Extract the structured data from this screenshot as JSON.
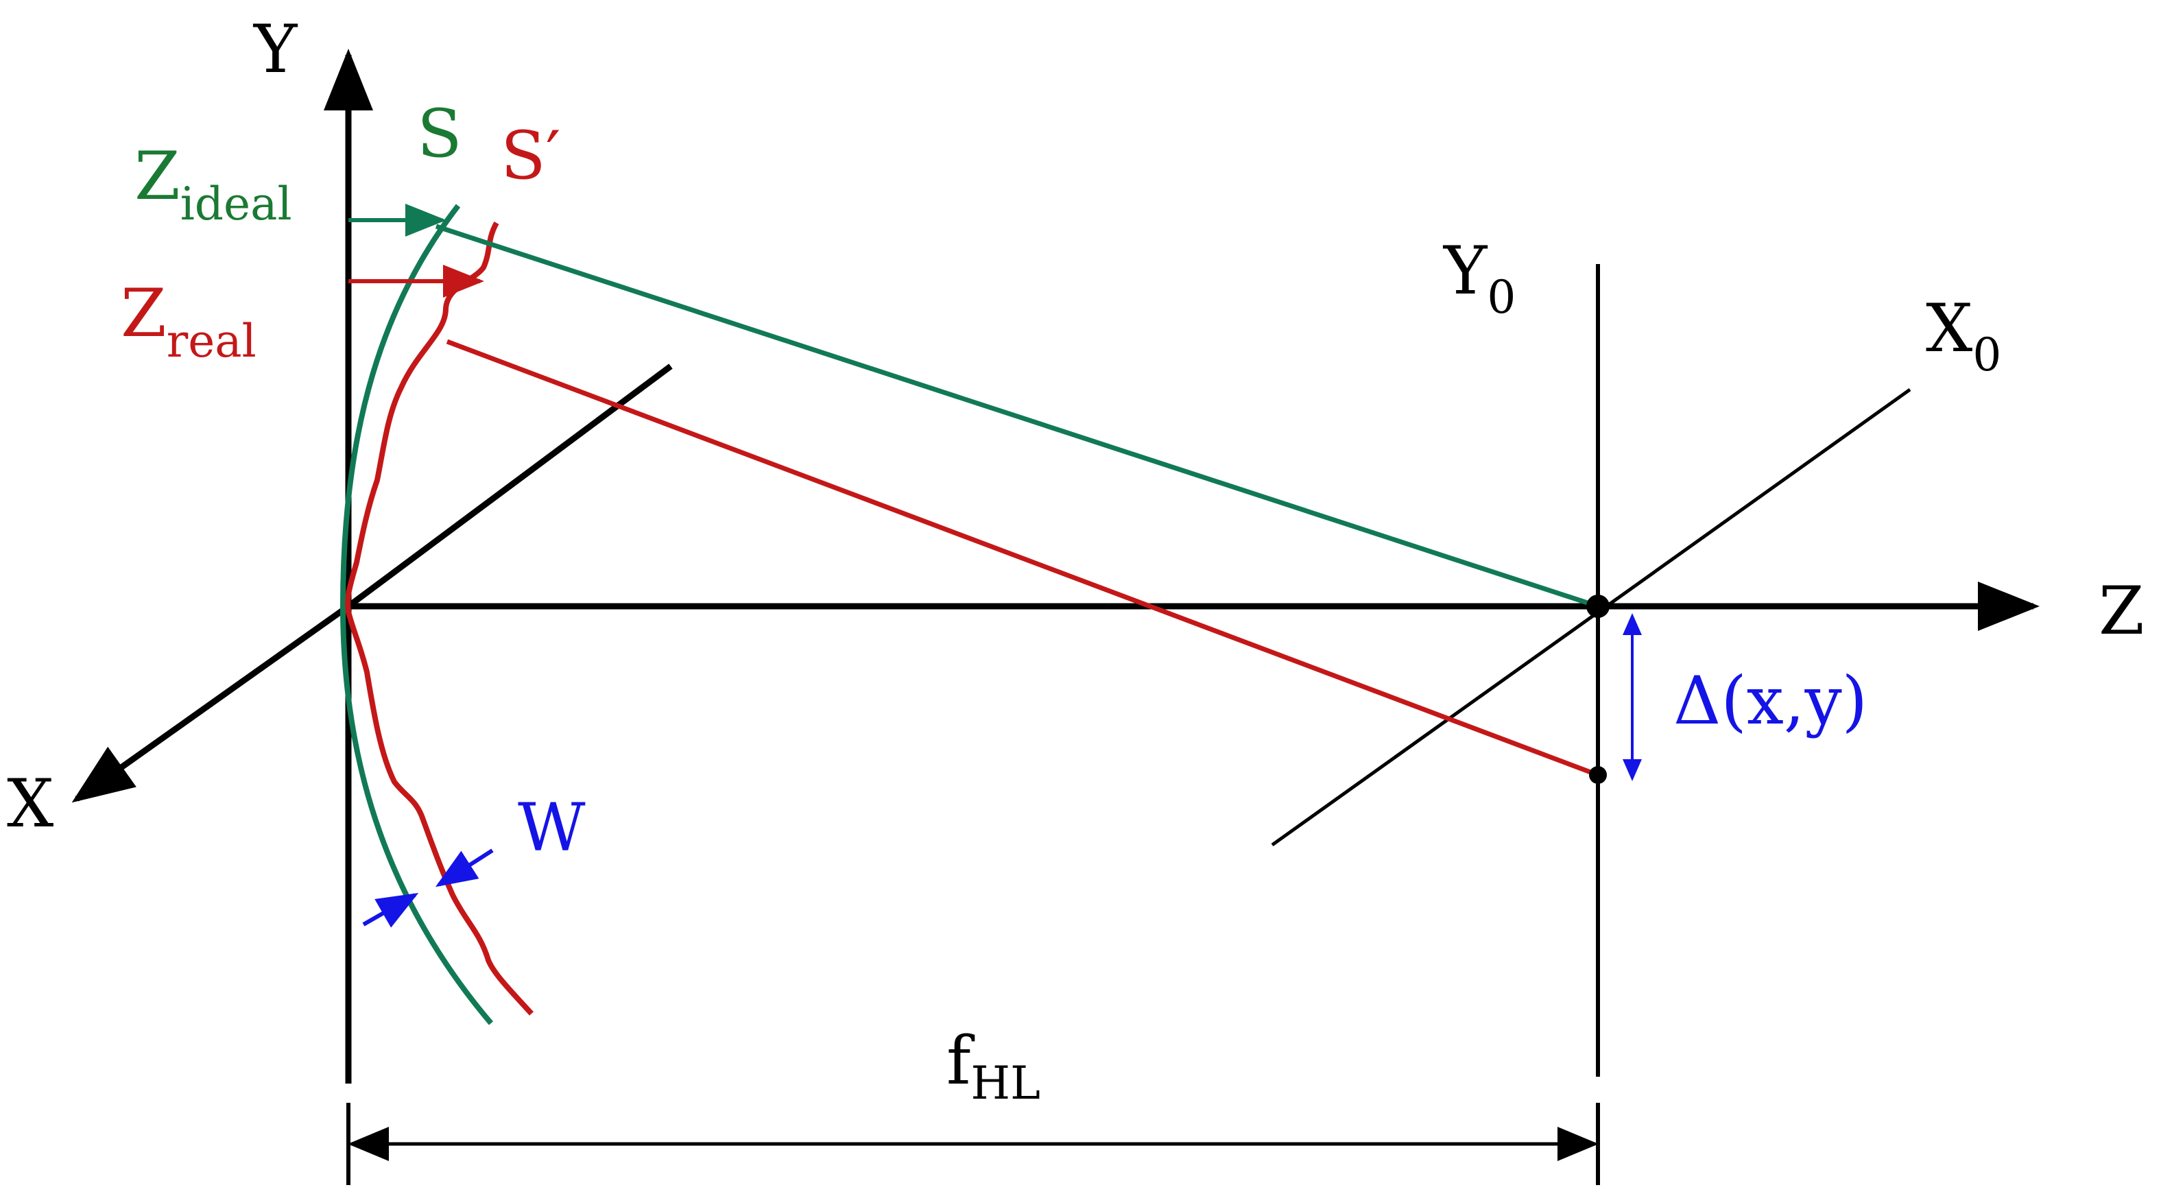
{
  "diagram": {
    "labels": {
      "y_axis": "Y",
      "x_axis": "X",
      "z_axis": "Z",
      "y0_main": "Y",
      "y0_sub": "0",
      "x0_main": "X",
      "x0_sub": "0",
      "s_ideal": "S",
      "s_real": "S′",
      "z_ideal_main": "Z",
      "z_ideal_sub": "ideal",
      "z_real_main": "Z",
      "z_real_sub": "real",
      "wavefront_error": "W",
      "aberration": "Δ(x,y)",
      "focal_main": "f",
      "focal_sub": "HL"
    },
    "colors": {
      "axis": "#000000",
      "ideal": "#117a55",
      "ideal_label": "#1a7a33",
      "real": "#c41818",
      "annotation": "#1414e6"
    }
  }
}
